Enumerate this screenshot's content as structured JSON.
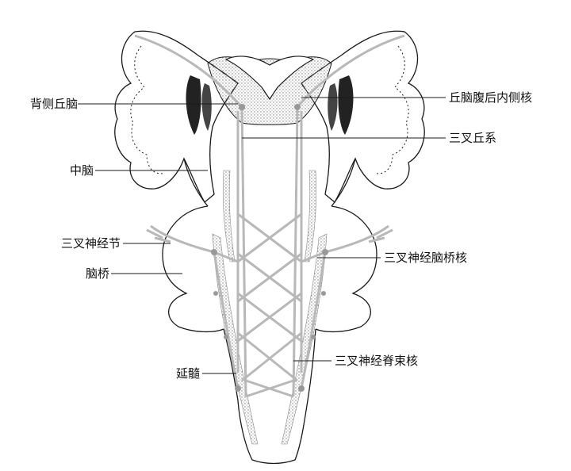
{
  "labels": {
    "dorsal_thalamus": "背侧丘脑",
    "vpm_nucleus": "丘脑腹后内侧核",
    "trigeminothalamic_tract": "三叉丘系",
    "midbrain": "中脑",
    "trigeminal_ganglion": "三叉神经节",
    "pontine_nucleus": "三叉神经脑桥核",
    "pons": "脑桥",
    "spinal_nucleus": "三叉神经脊束核",
    "medulla": "延髓"
  },
  "colors": {
    "outline": "#1a1a1a",
    "pathway": "#b8b8b8",
    "stipple": "#777777",
    "dark_nucleus": "#222222"
  }
}
